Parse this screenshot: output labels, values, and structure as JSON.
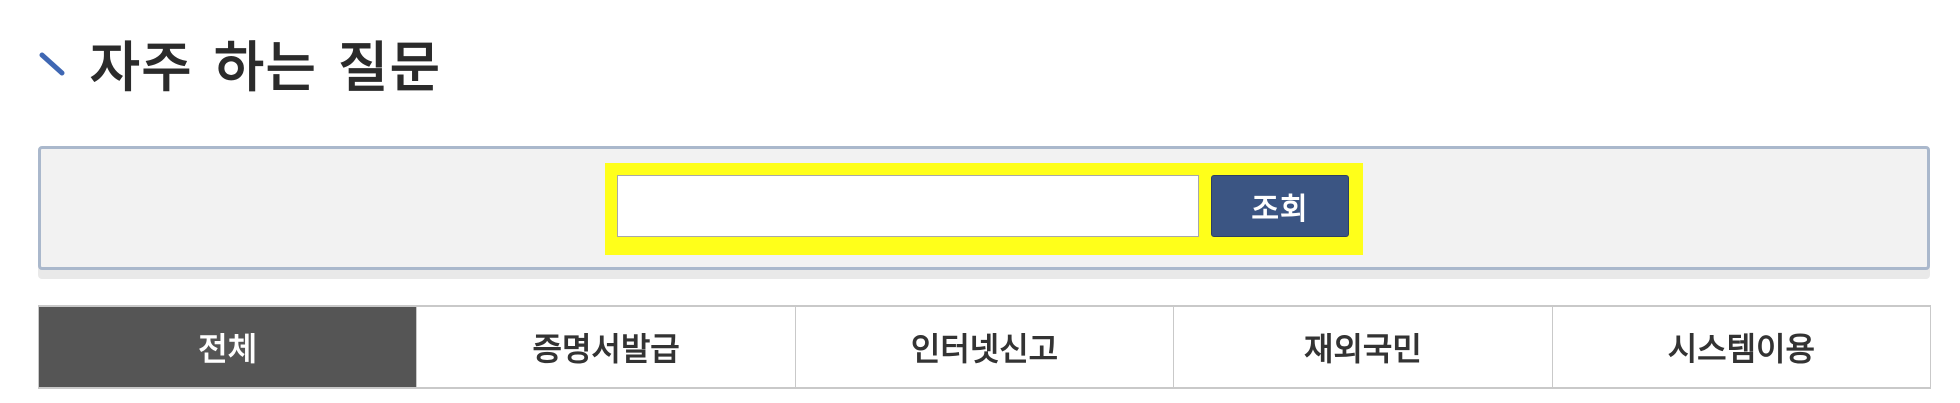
{
  "page": {
    "title": "자주 하는 질문"
  },
  "search": {
    "value": "",
    "placeholder": "",
    "button_label": "조회"
  },
  "tabs": [
    {
      "label": "전체",
      "active": true
    },
    {
      "label": "증명서발급",
      "active": false
    },
    {
      "label": "인터넷신고",
      "active": false
    },
    {
      "label": "재외국민",
      "active": false
    },
    {
      "label": "시스템이용",
      "active": false
    }
  ],
  "colors": {
    "accent": "#3b5583",
    "highlight": "#ffff1a",
    "active_tab": "#555555",
    "panel_border": "#aab8cc",
    "title_mark": "#3f67b3"
  },
  "icons": {
    "title_mark": "slash-mark-icon"
  }
}
